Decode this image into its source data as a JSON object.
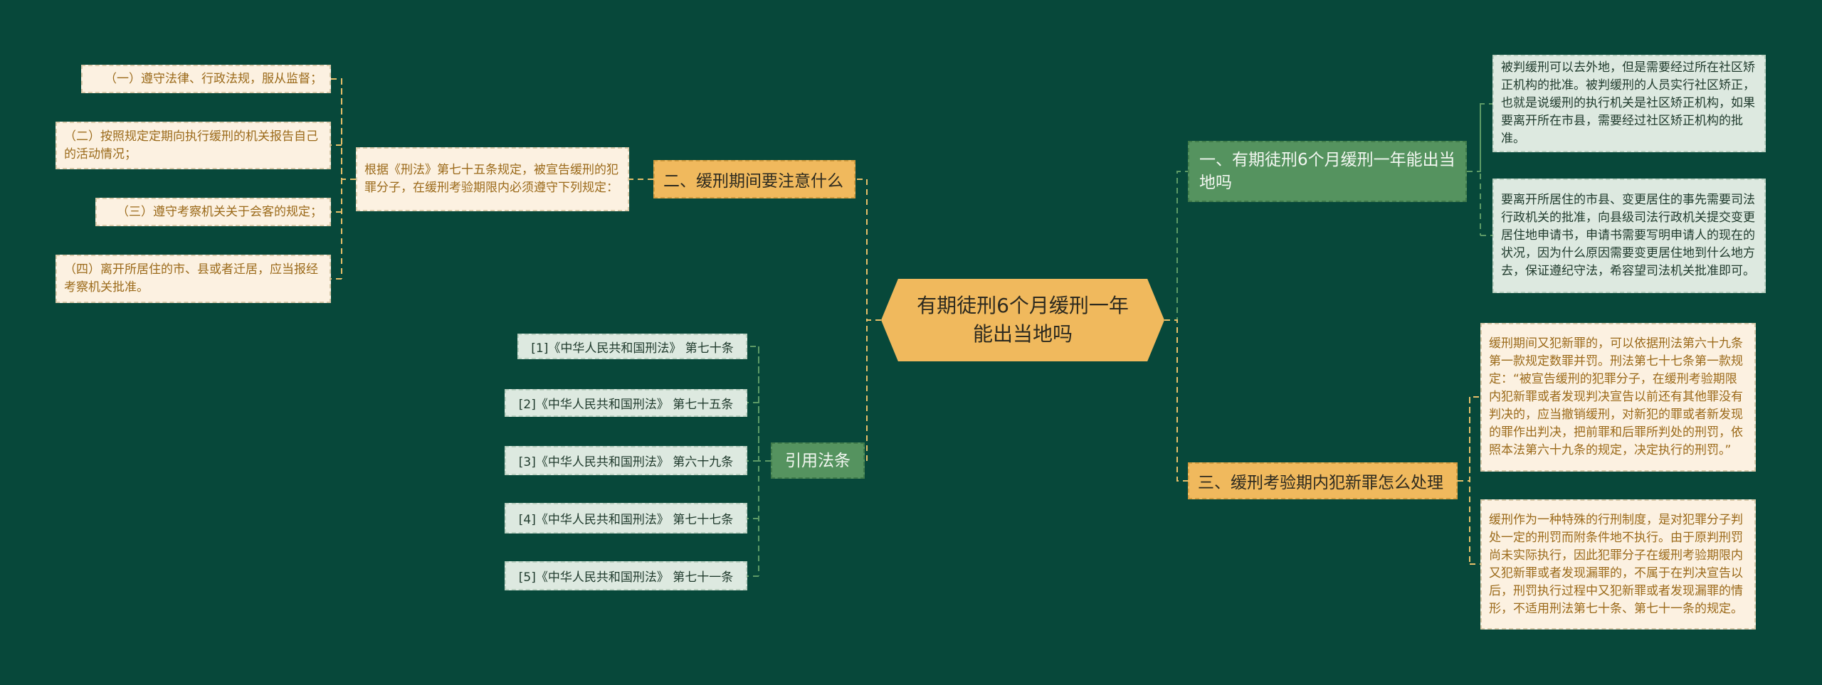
{
  "central": "有期徒刑6个月缓刑一年能出当地吗",
  "branches": {
    "b1": {
      "title": "一、有期徒刑6个月缓刑一年能出当地吗",
      "items": [
        "被判缓刑可以去外地，但是需要经过所在社区矫正机构的批准。被判缓刑的人员实行社区矫正，也就是说缓刑的执行机关是社区矫正机构，如果要离开所在市县，需要经过社区矫正机构的批准。",
        "要离开所居住的市县、变更居住的事先需要司法行政机关的批准，向县级司法行政机关提交变更居住地申请书，申请书需要写明申请人的现在的状况，因为什么原因需要变更居住地到什么地方去，保证遵纪守法，希容望司法机关批准即可。"
      ]
    },
    "b2": {
      "title": "二、缓刑期间要注意什么",
      "intro": "根据《刑法》第七十五条规定，被宣告缓刑的犯罪分子，在缓刑考验期限内必须遵守下列规定：",
      "items": [
        "（一）遵守法律、行政法规，服从监督；",
        "（二）按照规定定期向执行缓刑的机关报告自己的活动情况；",
        "（三）遵守考察机关关于会客的规定；",
        "（四）离开所居住的市、县或者迁居，应当报经考察机关批准。"
      ]
    },
    "b3": {
      "title": "三、缓刑考验期内犯新罪怎么处理",
      "items": [
        "缓刑期间又犯新罪的，可以依据刑法第六十九条第一款规定数罪并罚。刑法第七十七条第一款规定：“被宣告缓刑的犯罪分子，在缓刑考验期限内犯新罪或者发现判决宣告以前还有其他罪没有判决的，应当撤销缓刑，对新犯的罪或者新发现的罪作出判决，把前罪和后罪所判处的刑罚，依照本法第六十九条的规定，决定执行的刑罚。”",
        "缓刑作为一种特殊的行刑制度，是对犯罪分子判处一定的刑罚而附条件地不执行。由于原判刑罚尚未实际执行，因此犯罪分子在缓刑考验期限内又犯新罪或者发现漏罪的，不属于在判决宣告以后，刑罚执行过程中又犯新罪或者发现漏罪的情形，不适用刑法第七十条、第七十一条的规定。"
      ]
    },
    "b4": {
      "title": "引用法条",
      "items": [
        "[1]《中华人民共和国刑法》 第七十条",
        "[2]《中华人民共和国刑法》 第七十五条",
        "[3]《中华人民共和国刑法》 第六十九条",
        "[4]《中华人民共和国刑法》 第七十七条",
        "[5]《中华人民共和国刑法》 第七十一条"
      ]
    }
  }
}
